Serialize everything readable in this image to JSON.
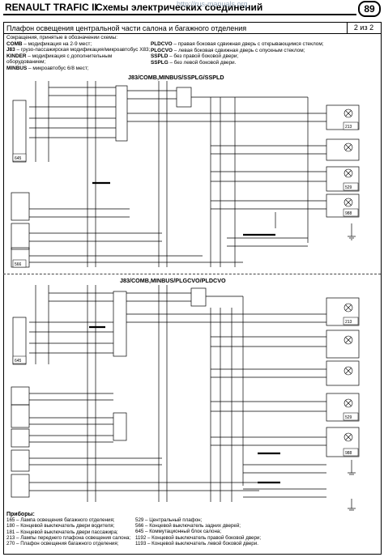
{
  "header": {
    "brand": "RENAULT TRAFIC II",
    "title": "Схемы электрических соединений",
    "watermark": "http://rus-manuals.org",
    "page_number": "89"
  },
  "sheet": {
    "title": "Плафон освещения центральной части салона и багажного отделения",
    "page": "2 из 2"
  },
  "abbreviations": {
    "intro": "Сокращения, принятые в обозначении схемы:",
    "left": [
      {
        "code": "COMB",
        "text": " – модификация на 2-9 мест;"
      },
      {
        "code": "J83",
        "text": " – грузо-пассажирская модификация/микроавтобус X83;"
      },
      {
        "code": "KINDER",
        "text": " – модификация с дополнительным оборудованием;"
      },
      {
        "code": "MINBUS",
        "text": " – микроавтобус 6/8 мест;"
      }
    ],
    "right": [
      {
        "code": "PLDCVO",
        "text": " – правая боковая сдвижная дверь с открывающимся стеклом;"
      },
      {
        "code": "PLGCVO",
        "text": " – левая боковая сдвижная дверь с опускным стеклом;"
      },
      {
        "code": "SSPLD",
        "text": " – без правой боковой двери;"
      },
      {
        "code": "SSPLG",
        "text": " – без левой боковой двери."
      }
    ]
  },
  "sections": {
    "top": "J83/COMB,MINBUS/SSPLG/SSPLD",
    "bottom": "J83/COMB,MINBUS/PLGCVO/PLDCVO"
  },
  "component_codes": {
    "top": [
      "645",
      "566",
      "213",
      "529",
      "988"
    ],
    "bottom": [
      "645",
      "213",
      "529",
      "988"
    ]
  },
  "legend": {
    "head": "Приборы:",
    "left": [
      "165 – Лампа освещения багажного отделения;",
      "180 – Концевой выключатель двери водителя;",
      "181 – Концевой выключатель двери пассажира;",
      "213 – Лампы переднего плафона освещения салона;",
      "270 – Плафон освещения багажного отделения;"
    ],
    "right": [
      "529 – Центральный плафон;",
      "566 – Концевой выключатель задних дверей;",
      "645 – Коммутационный блок салона;",
      "1192 – Концевой выключатель правой боковой двери;",
      "1193 – Концевой выключатель левой боковой двери."
    ]
  }
}
